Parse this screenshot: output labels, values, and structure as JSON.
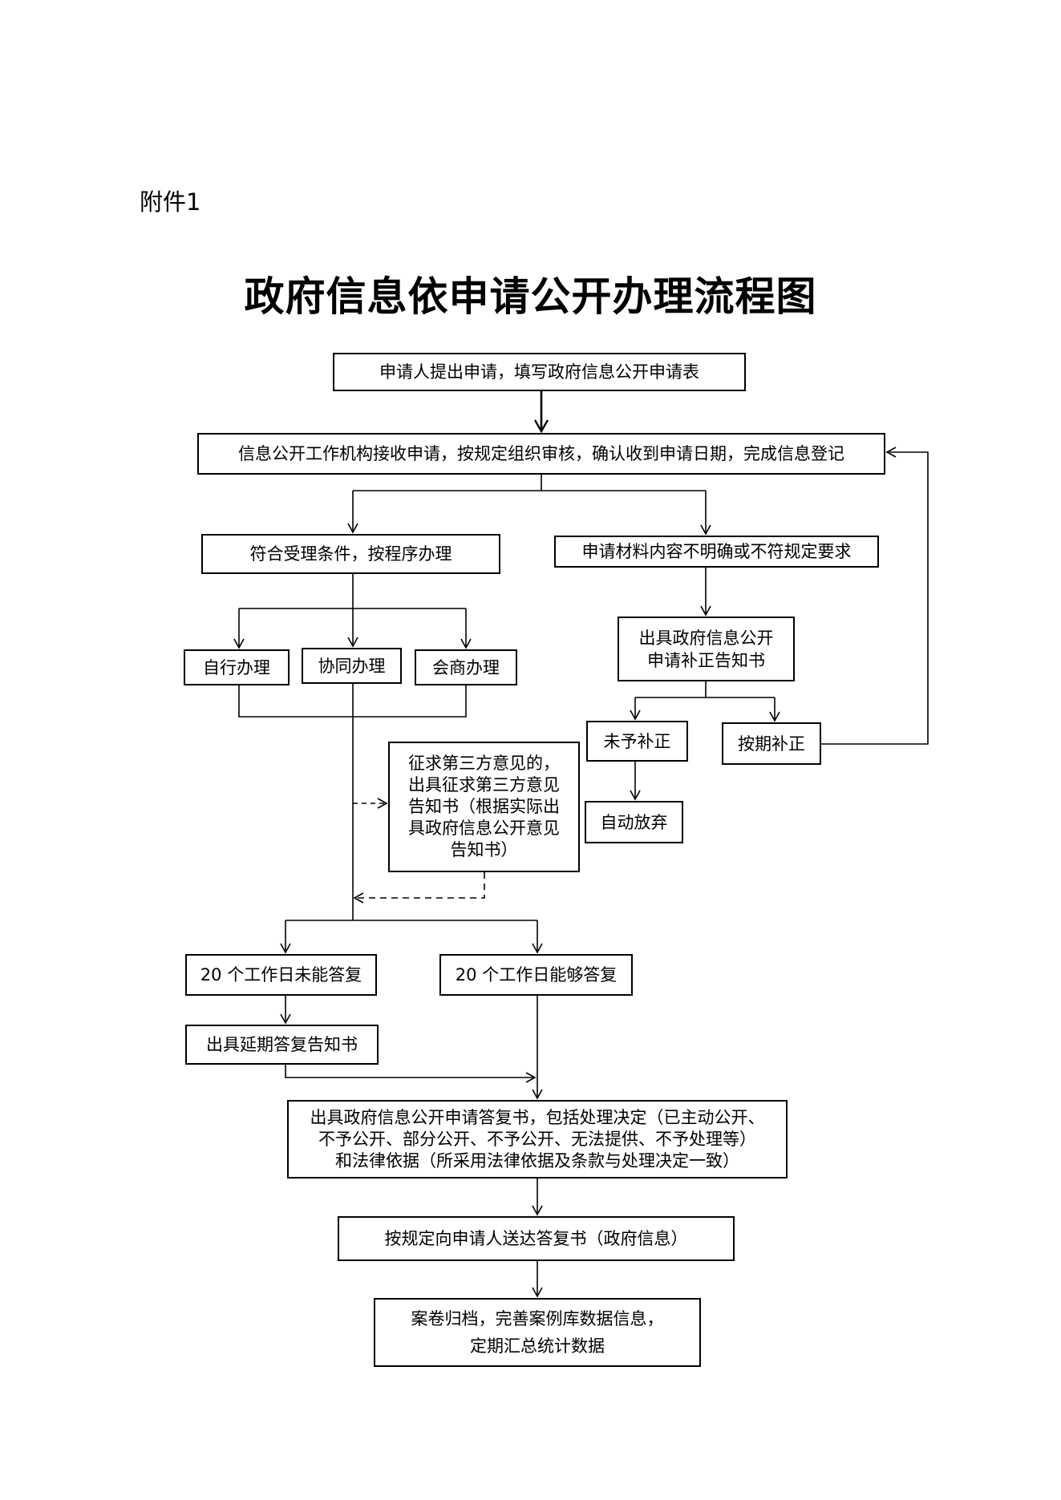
{
  "attachment_label": "附件1",
  "title": "政府信息依申请公开办理流程图",
  "nodes": {
    "apply": "申请人提出申请，填写政府信息公开申请表",
    "receive": "信息公开工作机构接收申请，按规定组织审核，确认收到申请日期，完成信息登记",
    "accept": "符合受理条件，按程序办理",
    "unclear": "申请材料内容不明确或不符规定要求",
    "self_handle": "自行办理",
    "joint_handle": "协同办理",
    "consult_handle": "会商办理",
    "correction_notice": [
      "出具政府信息公开",
      "申请补正告知书"
    ],
    "no_correction": "未予补正",
    "on_time_correction": "按期补正",
    "auto_abandon": "自动放弃",
    "third_party": [
      "征求第三方意见的，",
      "出具征求第三方意见",
      "告知书（根据实际出",
      "具政府信息公开意见",
      "告知书）"
    ],
    "not_within_20": "20 个工作日未能答复",
    "within_20": "20 个工作日能够答复",
    "extension_notice": "出具延期答复告知书",
    "reply_letter": [
      "出具政府信息公开申请答复书，包括处理决定（已主动公开、",
      "不予公开、部分公开、不予公开、无法提供、不予处理等）",
      "和法律依据（所采用法律依据及条款与处理决定一致）"
    ],
    "deliver": "按规定向申请人送达答复书（政府信息）",
    "archive": [
      "案卷归档，完善案例库数据信息，",
      "定期汇总统计数据"
    ]
  }
}
